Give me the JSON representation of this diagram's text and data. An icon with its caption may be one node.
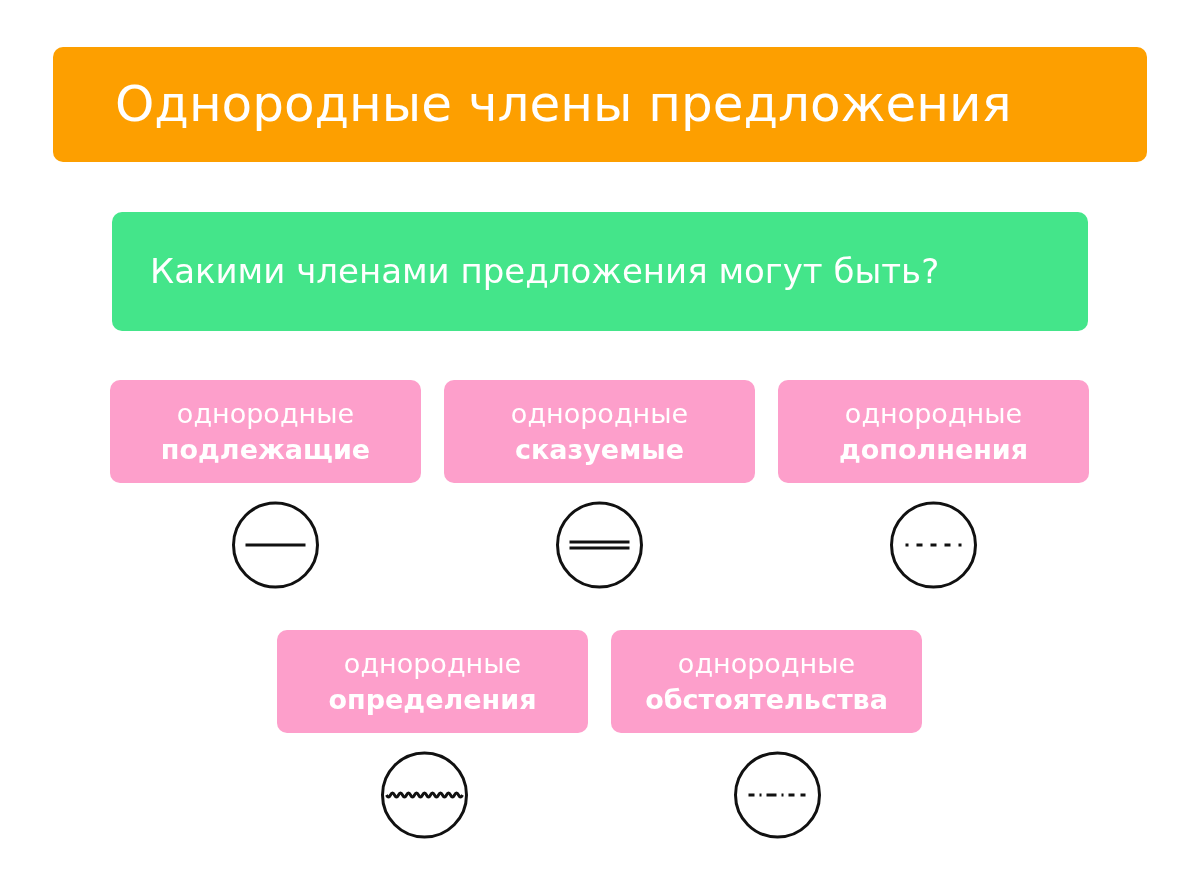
{
  "diagram": {
    "nodes": [
      {
        "text": [
          "Однородные члены предложения"
        ]
      },
      {
        "text": [
          "Какими членами предложения могут быть?"
        ]
      },
      {
        "text": [
          "однородные",
          "подлежащие"
        ]
      },
      {
        "text": [
          "однородные",
          "сказуемые"
        ]
      },
      {
        "text": [
          "однородные",
          "дополнения"
        ]
      },
      {
        "text": [
          "однородные",
          "определения"
        ]
      },
      {
        "text": [
          "однородные",
          "обстоятельства"
        ]
      }
    ]
  }
}
